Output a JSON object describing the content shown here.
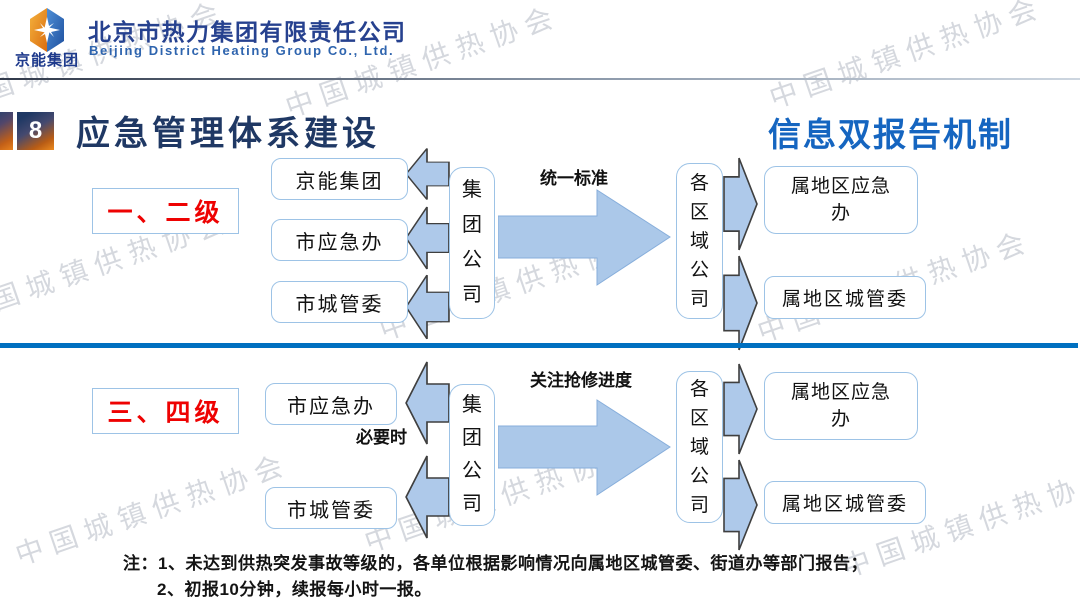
{
  "header": {
    "logo_text": "京能集团",
    "company_cn": "北京市热力集团有限责任公司",
    "company_en": "Beijing District Heating Group Co., Ltd."
  },
  "title": {
    "badge": "8",
    "main": "应急管理体系建设",
    "right": "信息双报告机制"
  },
  "watermark": {
    "text": "中国城镇供热协会"
  },
  "colors": {
    "title_navy": "#1f3864",
    "highlight_blue": "#1565c0",
    "divider_blue": "#0070c0",
    "level_red": "#ee0202",
    "box_border": "#9dc3e6",
    "arrow_fill": "#aec9ea",
    "badge_orange": "#ec8a1f"
  },
  "sections": {
    "top": {
      "level_label": "一、二级",
      "left_boxes": [
        "京能集团",
        "市应急办",
        "市城管委"
      ],
      "hub": "集团公司",
      "arrow_label": "统一标准",
      "regional": "各区域公司",
      "right_boxes": [
        "属地区应急办",
        "属地区城管委"
      ]
    },
    "bottom": {
      "level_label": "三、四级",
      "left_boxes": [
        "市应急办",
        "市城管委"
      ],
      "condition_label": "必要时",
      "hub": "集团公司",
      "arrow_label": "关注抢修进度",
      "regional": "各区域公司",
      "right_boxes": [
        "属地区应急办",
        "属地区城管委"
      ]
    }
  },
  "notes": {
    "line1": "注：1、未达到供热突发事故等级的，各单位根据影响情况向属地区城管委、街道办等部门报告；",
    "line2": "2、初报10分钟，续报每小时一报。"
  }
}
